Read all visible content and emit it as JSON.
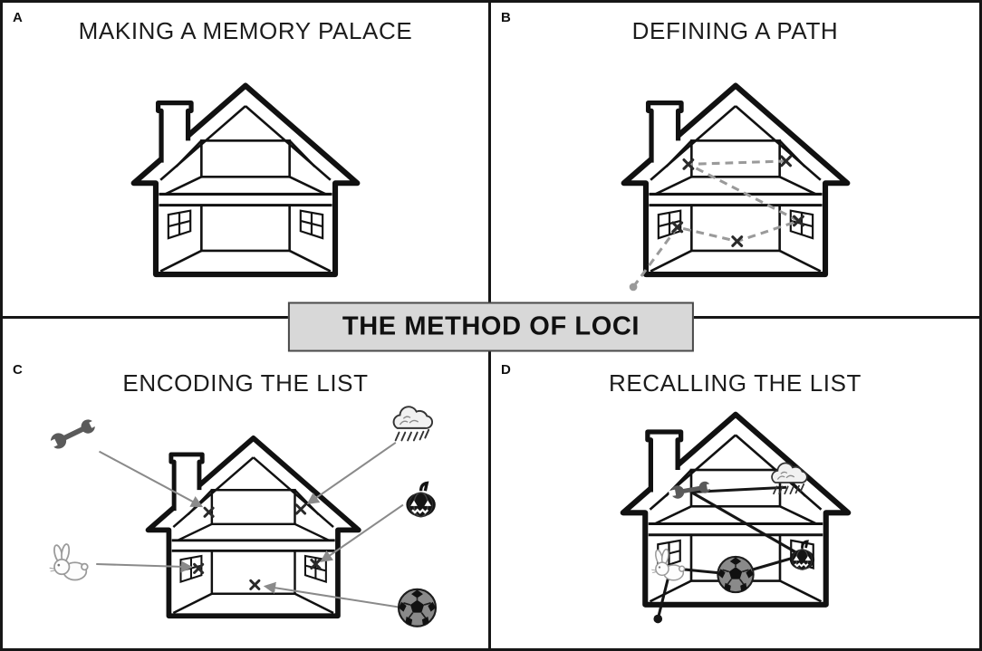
{
  "figure": {
    "banner": "THE METHOD OF LOCI"
  },
  "panels": [
    {
      "label": "A",
      "title": "MAKING A MEMORY PALACE"
    },
    {
      "label": "B",
      "title": "DEFINING A PATH"
    },
    {
      "label": "C",
      "title": "ENCODING THE LIST"
    },
    {
      "label": "D",
      "title": "RECALLING THE LIST"
    }
  ],
  "items": [
    "wrench",
    "storm-cloud",
    "pumpkin",
    "rabbit",
    "soccer-ball"
  ],
  "loci_count": 5,
  "colors": {
    "banner_bg": "#d8d8d8",
    "line": "#161616",
    "dashed_path": "#9a9a9a",
    "arrow": "#8a8a8a",
    "x_mark": "#2a2a2a"
  }
}
